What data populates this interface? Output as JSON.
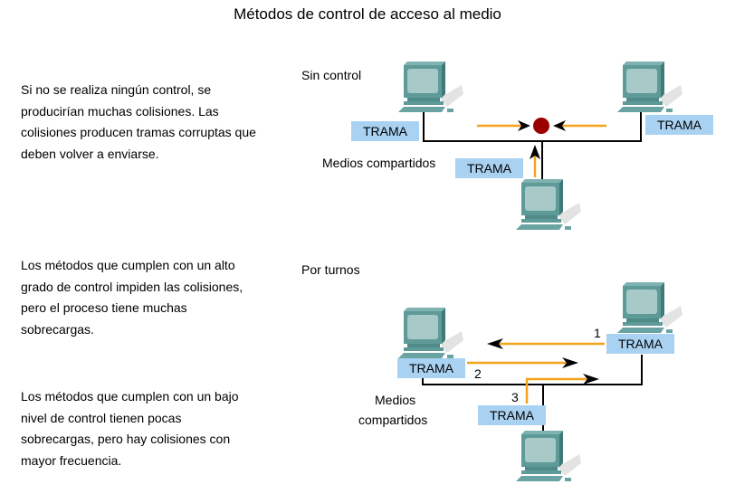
{
  "title": "Métodos de control de acceso al medio",
  "paragraphs": {
    "p1": "Si no se realiza ningún control, se producirían muchas colisiones.  Las colisiones producen tramas corruptas que deben volver a enviarse.",
    "p2": "Los métodos que cumplen con un alto grado de control impiden las colisiones, pero el proceso tiene muchas sobrecargas.",
    "p3": "Los métodos que cumplen con un bajo nivel de control tienen pocas sobrecargas, pero hay colisiones con mayor frecuencia."
  },
  "diagram_top": {
    "heading": "Sin control",
    "media_label": "Medios compartidos",
    "frame_label": "TRAMA"
  },
  "diagram_bottom": {
    "heading": "Por turnos",
    "media_label_line1": "Medios",
    "media_label_line2": "compartidos",
    "frame_label": "TRAMA",
    "steps": [
      "1",
      "2",
      "3"
    ]
  },
  "colors": {
    "frame_bg": "#a9d2f2",
    "arrow": "#f5a21b",
    "collision": "#9b0000",
    "computer": "#5e9a98"
  }
}
